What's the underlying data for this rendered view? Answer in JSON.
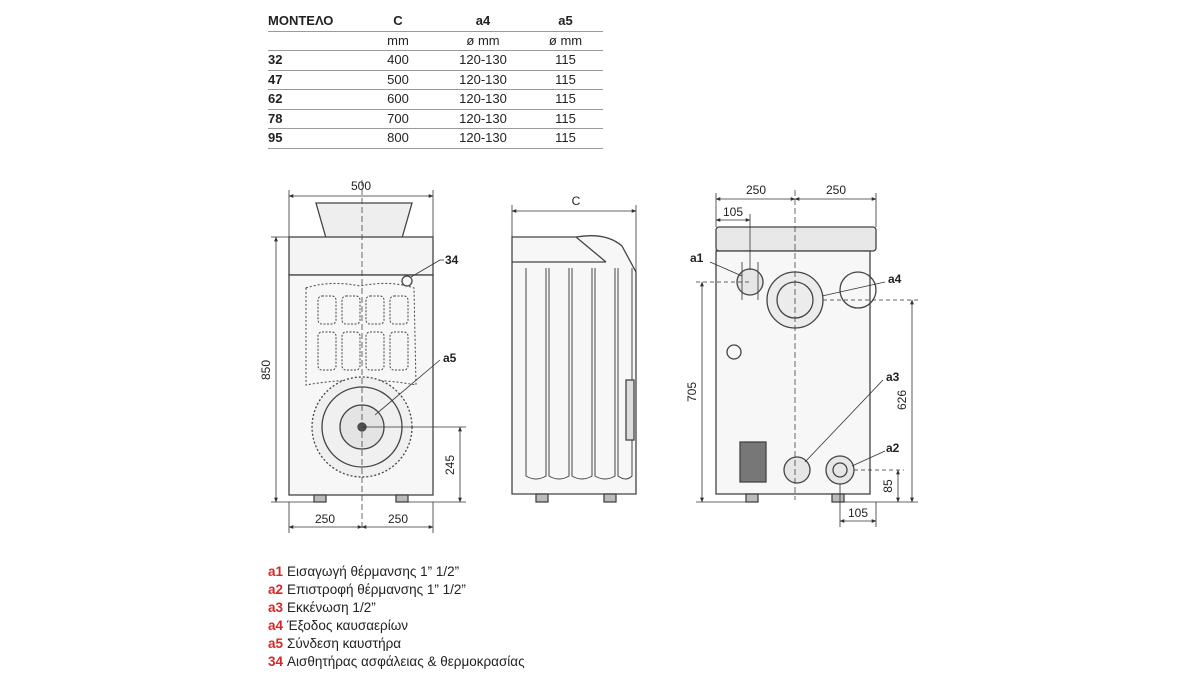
{
  "table": {
    "headers": [
      "ΜΟΝΤΕΛΟ",
      "C",
      "a4",
      "a5"
    ],
    "units": [
      "",
      "mm",
      "ø mm",
      "ø mm"
    ],
    "rows": [
      [
        "32",
        "400",
        "120-130",
        "115"
      ],
      [
        "47",
        "500",
        "120-130",
        "115"
      ],
      [
        "62",
        "600",
        "120-130",
        "115"
      ],
      [
        "78",
        "700",
        "120-130",
        "115"
      ],
      [
        "95",
        "800",
        "120-130",
        "115"
      ]
    ]
  },
  "front_view": {
    "width_label": "500",
    "height_label": "850",
    "left_half_label": "250",
    "right_half_label": "250",
    "burner_height_label": "245",
    "callout_34": "34",
    "callout_a5": "a5"
  },
  "side_view": {
    "depth_label": "C"
  },
  "rear_view": {
    "left_half_label": "250",
    "right_half_label": "250",
    "a1_offset_label": "105",
    "height_705_label": "705",
    "height_626_label": "626",
    "height_85_label": "85",
    "a2_offset_label": "105",
    "callout_a1": "a1",
    "callout_a4": "a4",
    "callout_a3": "a3",
    "callout_a2": "a2"
  },
  "legend": [
    {
      "code": "a1",
      "text": "Εισαγωγή θέρμανσης 1” 1/2”"
    },
    {
      "code": "a2",
      "text": "Επιστροφή θέρμανσης 1” 1/2”"
    },
    {
      "code": "a3",
      "text": "Εκκένωση 1/2”"
    },
    {
      "code": "a4",
      "text": "Έξοδος καυσαερίων"
    },
    {
      "code": "a5",
      "text": "Σύνδεση καυστήρα"
    },
    {
      "code": "34",
      "text": "Αισθητήρας ασφάλειας & θερμοκρασίας"
    }
  ]
}
